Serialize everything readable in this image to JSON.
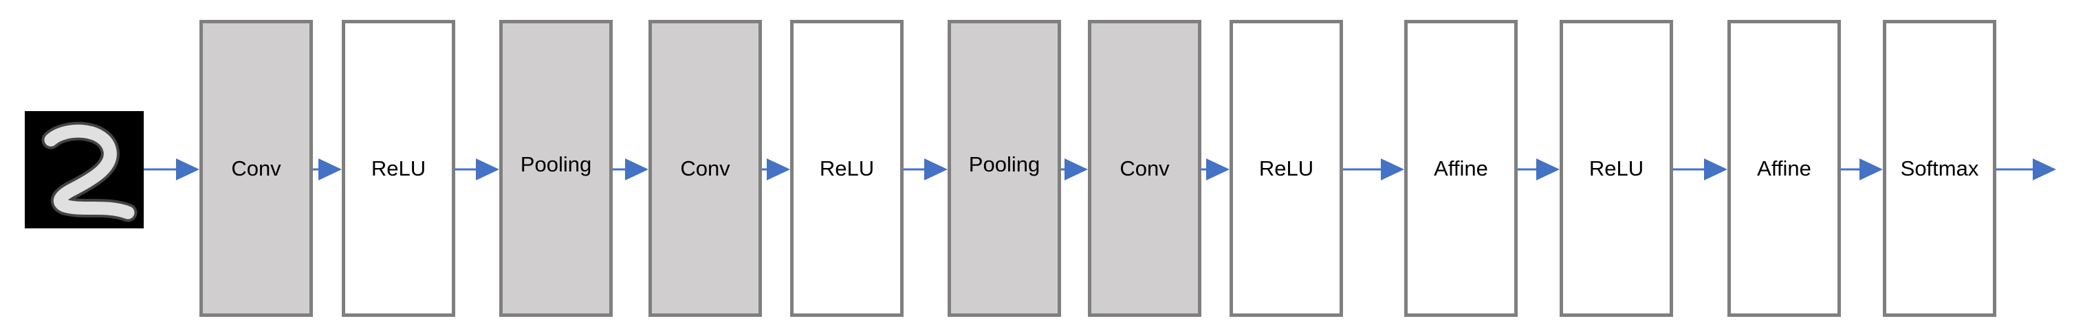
{
  "colors": {
    "arrow": "#4472c4",
    "shaded_fill": "#d0cece",
    "plain_fill": "#ffffff",
    "box_border": "#7f7f7f"
  },
  "input_image": {
    "icon": "handwritten-digit-two-icon"
  },
  "layers": [
    {
      "label": "Conv",
      "style": "shaded"
    },
    {
      "label": "ReLU",
      "style": "plain"
    },
    {
      "label": "Pooling",
      "style": "shaded"
    },
    {
      "label": "Conv",
      "style": "shaded"
    },
    {
      "label": "ReLU",
      "style": "plain"
    },
    {
      "label": "Pooling",
      "style": "shaded"
    },
    {
      "label": "Conv",
      "style": "shaded"
    },
    {
      "label": "ReLU",
      "style": "plain"
    },
    {
      "label": "Affine",
      "style": "plain"
    },
    {
      "label": "ReLU",
      "style": "plain"
    },
    {
      "label": "Affine",
      "style": "plain"
    },
    {
      "label": "Softmax",
      "style": "plain"
    }
  ]
}
